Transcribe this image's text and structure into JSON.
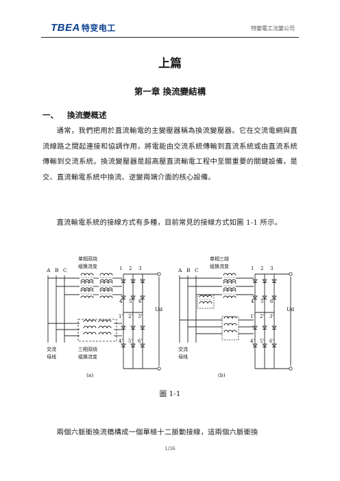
{
  "header": {
    "logo": "TBEA",
    "logo_cn": "特变电工",
    "right_text": "特變電工沈變公司"
  },
  "title": "上篇",
  "chapter": "第一章 換流變結構",
  "section": {
    "number": "一、",
    "title": "換流變概述"
  },
  "paragraphs": [
    "通常，我們把用於直流輸電的主變壓器稱為換流變壓器。它在交流電網與直流線路之間起連接和協調作用，將電能由交流系統傳輸到直流系統或由直流系統傳輸到交流系統。換流變壓器是超高壓直流輸電工程中至關重要的關鍵設備，是交、直流輸電系統中換流、逆變兩端介面的核心設備。",
    "直流輸電系統的接線方式有多種，目前常見的接線方式如圖 1-1 所示。"
  ],
  "figure": {
    "caption": "圖 1-1",
    "left": {
      "phases": [
        "A",
        "B",
        "C"
      ],
      "top_label_1": "单相双绕",
      "top_label_2": "组换流变",
      "bottom_label_1": "三相双绕",
      "bottom_label_2": "组换流变",
      "bus_label_1": "交流",
      "bus_label_2": "母线",
      "sub": "(a)",
      "nodes": [
        "1",
        "2",
        "3",
        "4",
        "5",
        "6",
        "1'",
        "2'",
        "3'",
        "4'",
        "5'",
        "6'"
      ],
      "ud": "Ud"
    },
    "right": {
      "phases": [
        "A",
        "B",
        "C"
      ],
      "top_label_1": "单相三绕",
      "top_label_2": "组换流变",
      "bus_label_1": "交流",
      "bus_label_2": "母线",
      "sub": "(b)",
      "nodes": [
        "1",
        "2",
        "3",
        "4",
        "5",
        "6",
        "1'",
        "2'",
        "3'",
        "4'",
        "5'",
        "6'"
      ],
      "ud": "Ud"
    }
  },
  "last_paragraph": "兩個六脈衝換流橋構成一個單極十二脈動接線，這兩個六脈衝換",
  "page_number": "1/36"
}
